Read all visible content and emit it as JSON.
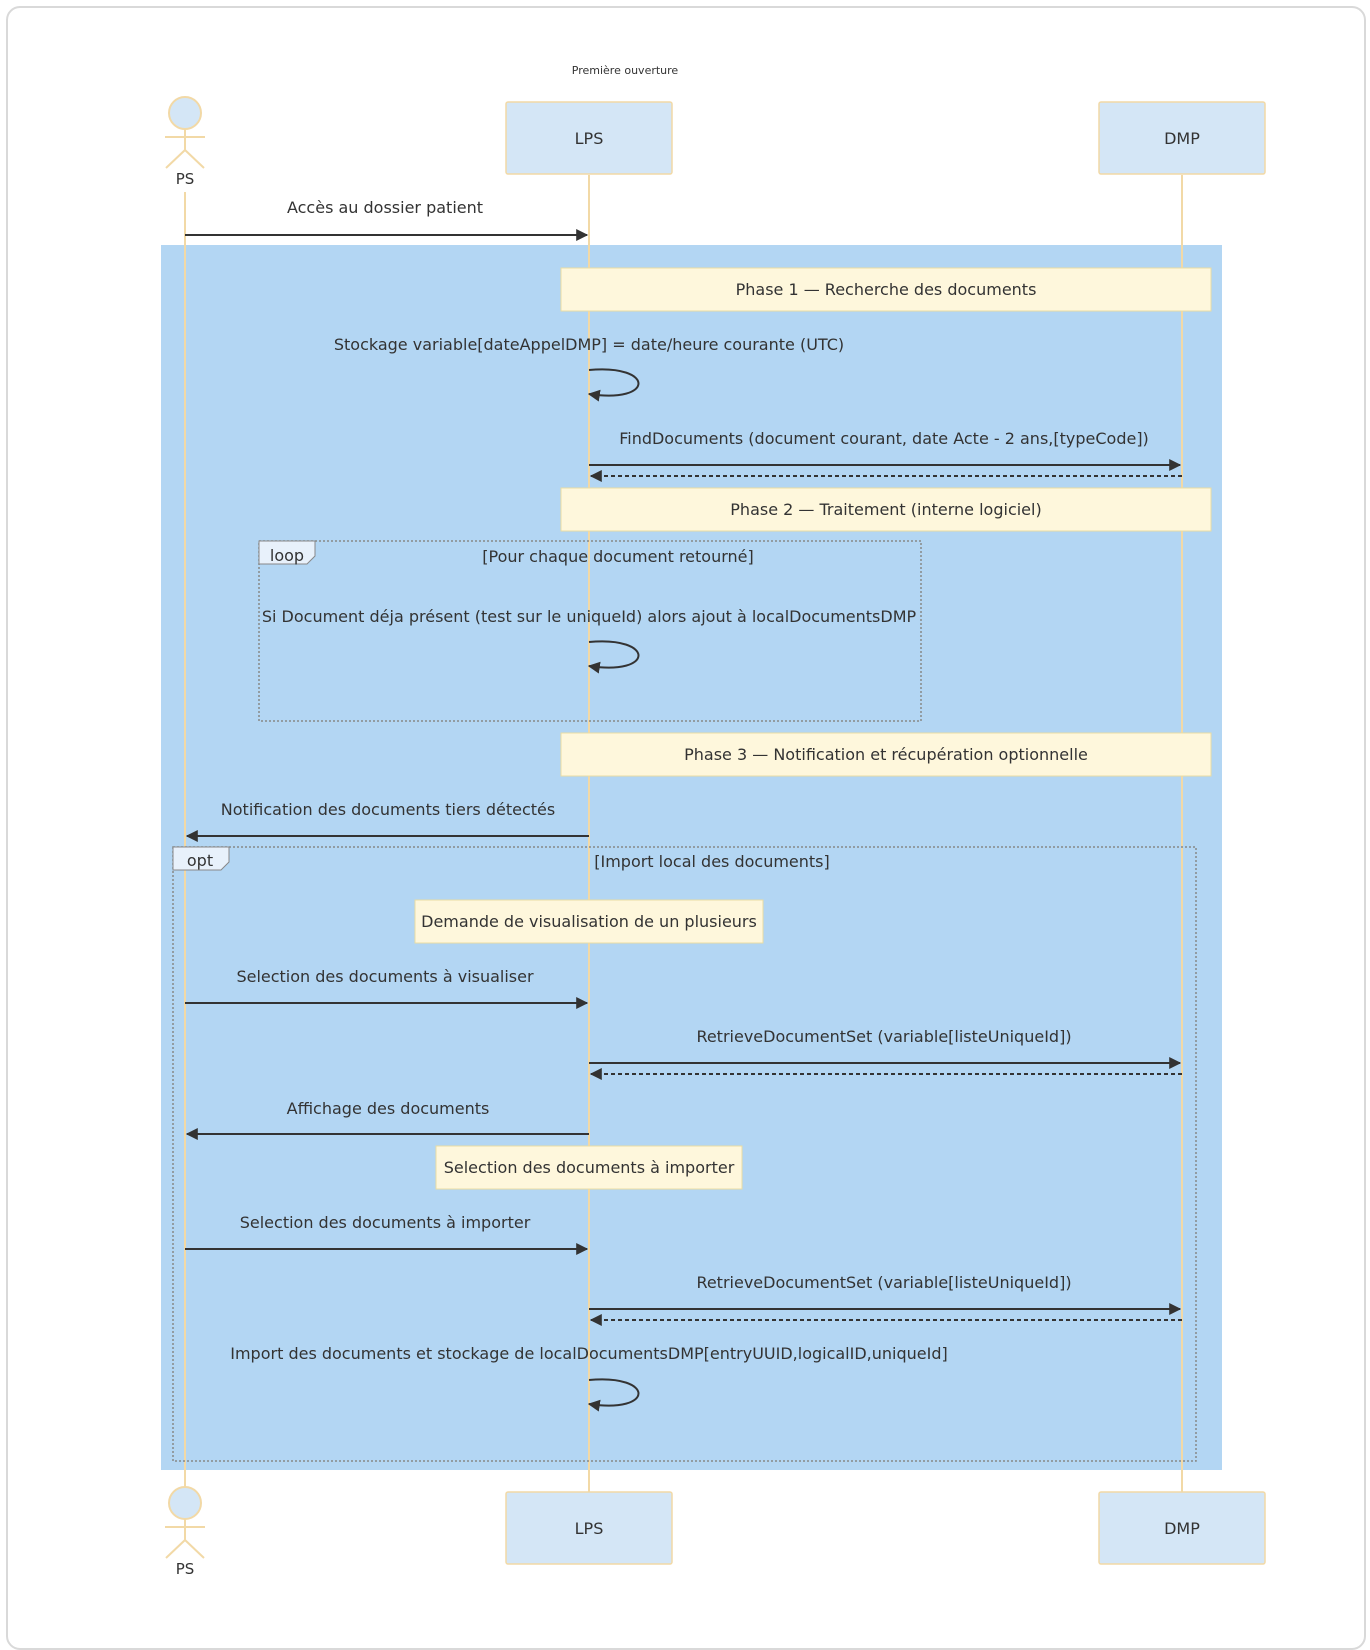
{
  "diagram": {
    "title": "Première ouverture",
    "participants": {
      "ps": "PS",
      "lps": "LPS",
      "dmp": "DMP"
    },
    "notes": {
      "phase1": "Phase 1 — Recherche des documents",
      "phase2": "Phase 2 — Traitement (interne logiciel)",
      "phase3": "Phase 3 — Notification et récupération optionnelle",
      "demande": "Demande de visualisation de un plusieurs",
      "selection_import": "Selection des documents à importer"
    },
    "messages": {
      "m1": "Accès au dossier patient",
      "m2": "Stockage variable[dateAppelDMP] = date/heure courante (UTC)",
      "m3": "FindDocuments (document courant, date Acte - 2 ans,[typeCode])",
      "m4": "Si Document déja présent (test sur le uniqueId) alors ajout à localDocumentsDMP",
      "m5": "Notification des documents tiers détectés",
      "m6": "Selection des documents à visualiser",
      "m7": "RetrieveDocumentSet (variable[listeUniqueId])",
      "m8": "Affichage des documents",
      "m9": "Selection des documents à importer",
      "m10": "RetrieveDocumentSet (variable[listeUniqueId])",
      "m11": "Import des documents et stockage de localDocumentsDMP[entryUUID,logicalID,uniqueId]"
    },
    "fragments": {
      "loop_label": "loop",
      "loop_condition": "[Pour chaque document retourné]",
      "opt_label": "opt",
      "opt_condition": "[Import local des documents]"
    },
    "colors": {
      "participant_fill": "#d4e6f6",
      "participant_stroke": "#f2d9a6",
      "lifeline": "#f2d9a6",
      "region": "#b3d6f3",
      "note_fill": "#fef7dc",
      "note_stroke": "#e9dca3",
      "arrow": "#333333"
    }
  }
}
